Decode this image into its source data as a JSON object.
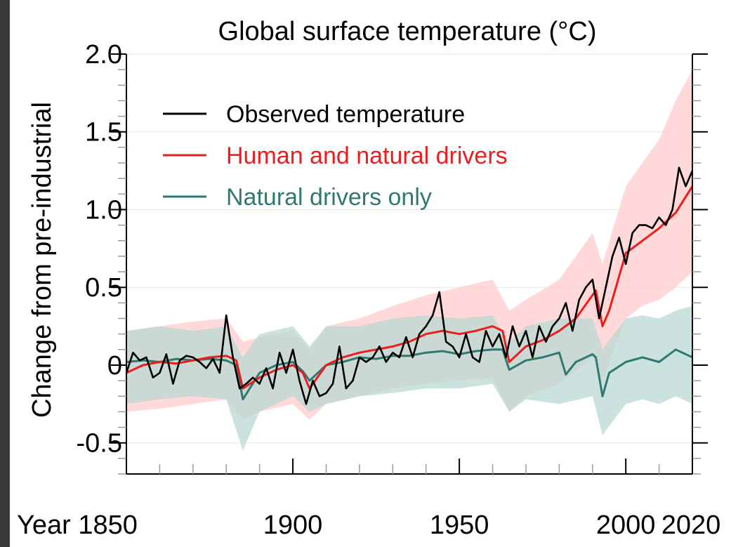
{
  "chart_data": {
    "type": "line",
    "title": "Global surface temperature (°C)",
    "ylabel": "Change from pre-industrial",
    "xlabel": "",
    "xlim": [
      1850,
      2020
    ],
    "ylim": [
      -0.7,
      2.0
    ],
    "y_ticks": [
      {
        "value": 2.0,
        "label": "2.0"
      },
      {
        "value": 1.5,
        "label": "1.5"
      },
      {
        "value": 1.0,
        "label": "1.0"
      },
      {
        "value": 0.5,
        "label": "0.5"
      },
      {
        "value": 0,
        "label": "0"
      },
      {
        "value": -0.5,
        "label": "-0.5"
      }
    ],
    "x_ticks": [
      {
        "value": 1850,
        "label": "Year 1850"
      },
      {
        "value": 1900,
        "label": "1900"
      },
      {
        "value": 1950,
        "label": "1950"
      },
      {
        "value": 2000,
        "label": "2000"
      },
      {
        "value": 2020,
        "label": "2020"
      }
    ],
    "grid": true,
    "legend_position": "top-left",
    "colors": {
      "observed": "#000000",
      "human_natural": "#ee1c1c",
      "natural": "#2e7a70",
      "human_band": "#ffcccc",
      "natural_band": "#b9d8d3"
    },
    "series": [
      {
        "name": "Observed temperature",
        "x": [
          1850,
          1852,
          1854,
          1856,
          1858,
          1860,
          1862,
          1864,
          1866,
          1868,
          1870,
          1872,
          1874,
          1876,
          1878,
          1880,
          1882,
          1884,
          1886,
          1888,
          1890,
          1892,
          1894,
          1896,
          1898,
          1900,
          1902,
          1904,
          1906,
          1908,
          1910,
          1912,
          1914,
          1916,
          1918,
          1920,
          1922,
          1924,
          1926,
          1928,
          1930,
          1932,
          1934,
          1936,
          1938,
          1940,
          1942,
          1944,
          1946,
          1948,
          1950,
          1952,
          1954,
          1956,
          1958,
          1960,
          1962,
          1964,
          1966,
          1968,
          1970,
          1972,
          1974,
          1976,
          1978,
          1980,
          1982,
          1984,
          1986,
          1988,
          1990,
          1992,
          1994,
          1996,
          1998,
          2000,
          2002,
          2004,
          2006,
          2008,
          2010,
          2012,
          2014,
          2016,
          2018,
          2020
        ],
        "values": [
          -0.05,
          0.08,
          0.03,
          0.05,
          -0.08,
          -0.05,
          0.07,
          -0.12,
          0.03,
          0.06,
          0.05,
          0.02,
          -0.02,
          0.04,
          -0.05,
          0.32,
          0.05,
          -0.15,
          -0.12,
          -0.08,
          -0.12,
          -0.02,
          -0.15,
          0.08,
          -0.05,
          0.1,
          -0.1,
          -0.25,
          -0.1,
          -0.2,
          -0.18,
          -0.12,
          0.12,
          -0.15,
          -0.1,
          0.05,
          0.02,
          0.05,
          0.12,
          0.02,
          0.08,
          0.05,
          0.18,
          0.05,
          0.2,
          0.25,
          0.32,
          0.47,
          0.15,
          0.12,
          0.05,
          0.2,
          0.05,
          0.02,
          0.22,
          0.12,
          0.2,
          0.05,
          0.25,
          0.12,
          0.22,
          0.05,
          0.25,
          0.15,
          0.25,
          0.3,
          0.4,
          0.22,
          0.42,
          0.5,
          0.55,
          0.3,
          0.5,
          0.7,
          0.82,
          0.65,
          0.85,
          0.9,
          0.9,
          0.88,
          0.95,
          0.9,
          1.0,
          1.27,
          1.15,
          1.25
        ]
      },
      {
        "name": "Human and natural drivers",
        "x": [
          1850,
          1855,
          1860,
          1865,
          1870,
          1875,
          1880,
          1883,
          1885,
          1890,
          1895,
          1900,
          1903,
          1905,
          1910,
          1915,
          1920,
          1925,
          1930,
          1935,
          1940,
          1945,
          1950,
          1955,
          1960,
          1963,
          1965,
          1970,
          1975,
          1980,
          1985,
          1990,
          1991,
          1993,
          1995,
          2000,
          2005,
          2010,
          2015,
          2020
        ],
        "values": [
          -0.05,
          0.0,
          0.02,
          0.01,
          0.03,
          0.05,
          0.06,
          0.03,
          -0.15,
          -0.08,
          -0.03,
          0.0,
          -0.05,
          -0.15,
          0.0,
          0.05,
          0.08,
          0.1,
          0.12,
          0.15,
          0.2,
          0.22,
          0.2,
          0.22,
          0.25,
          0.22,
          0.02,
          0.12,
          0.16,
          0.22,
          0.3,
          0.45,
          0.48,
          0.25,
          0.35,
          0.72,
          0.8,
          0.88,
          0.98,
          1.15
        ]
      },
      {
        "name": "Natural drivers only",
        "x": [
          1850,
          1855,
          1860,
          1865,
          1870,
          1875,
          1880,
          1883,
          1885,
          1890,
          1895,
          1900,
          1903,
          1905,
          1910,
          1915,
          1920,
          1925,
          1930,
          1935,
          1940,
          1945,
          1950,
          1955,
          1960,
          1963,
          1965,
          1970,
          1975,
          1980,
          1982,
          1985,
          1990,
          1991,
          1993,
          1995,
          2000,
          2005,
          2010,
          2015,
          2020
        ],
        "values": [
          0.02,
          0.03,
          0.02,
          0.04,
          0.03,
          0.04,
          0.03,
          0.0,
          -0.22,
          -0.05,
          0.0,
          0.02,
          -0.04,
          -0.1,
          0.0,
          0.02,
          0.05,
          0.04,
          0.06,
          0.06,
          0.08,
          0.09,
          0.07,
          0.09,
          0.1,
          0.1,
          -0.03,
          0.03,
          0.05,
          0.08,
          -0.06,
          0.02,
          0.07,
          0.05,
          -0.2,
          -0.05,
          0.02,
          0.05,
          0.02,
          0.1,
          0.05
        ]
      }
    ],
    "bands": [
      {
        "series": "Human and natural drivers",
        "x": [
          1850,
          1860,
          1870,
          1880,
          1885,
          1890,
          1900,
          1905,
          1910,
          1920,
          1930,
          1940,
          1950,
          1960,
          1965,
          1970,
          1980,
          1990,
          1993,
          2000,
          2005,
          2010,
          2015,
          2020
        ],
        "lower": [
          -0.3,
          -0.28,
          -0.25,
          -0.22,
          -0.35,
          -0.3,
          -0.25,
          -0.35,
          -0.25,
          -0.2,
          -0.15,
          -0.12,
          -0.1,
          -0.08,
          -0.3,
          -0.2,
          -0.12,
          0.05,
          -0.1,
          0.3,
          0.38,
          0.42,
          0.5,
          0.6
        ],
        "upper": [
          0.22,
          0.25,
          0.28,
          0.3,
          0.15,
          0.18,
          0.22,
          0.1,
          0.25,
          0.3,
          0.38,
          0.45,
          0.5,
          0.55,
          0.35,
          0.42,
          0.55,
          0.85,
          0.65,
          1.15,
          1.3,
          1.45,
          1.7,
          1.9
        ]
      },
      {
        "series": "Natural drivers only",
        "x": [
          1850,
          1860,
          1870,
          1880,
          1885,
          1890,
          1900,
          1905,
          1910,
          1920,
          1930,
          1940,
          1950,
          1960,
          1965,
          1970,
          1980,
          1990,
          1993,
          2000,
          2005,
          2010,
          2015,
          2020
        ],
        "lower": [
          -0.25,
          -0.22,
          -0.2,
          -0.22,
          -0.55,
          -0.3,
          -0.2,
          -0.3,
          -0.25,
          -0.2,
          -0.18,
          -0.15,
          -0.15,
          -0.12,
          -0.3,
          -0.22,
          -0.25,
          -0.2,
          -0.45,
          -0.25,
          -0.22,
          -0.25,
          -0.2,
          -0.25
        ],
        "upper": [
          0.22,
          0.25,
          0.22,
          0.25,
          0.05,
          0.2,
          0.25,
          0.12,
          0.25,
          0.25,
          0.3,
          0.32,
          0.3,
          0.32,
          0.15,
          0.25,
          0.3,
          0.3,
          0.1,
          0.3,
          0.32,
          0.3,
          0.35,
          0.38
        ]
      }
    ]
  }
}
